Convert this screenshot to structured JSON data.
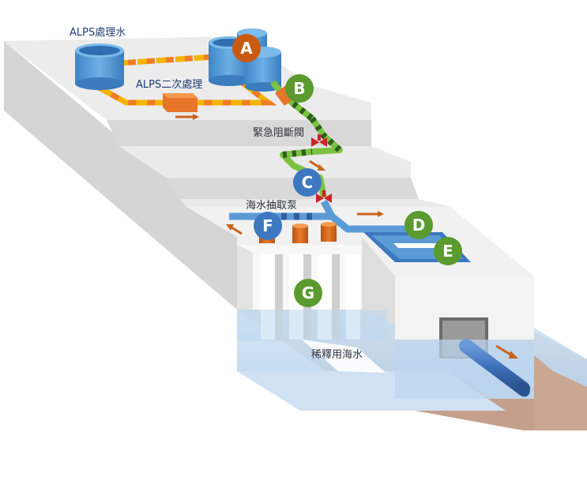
{
  "labels": {
    "alps_treated_water": "ALPS處理水",
    "alps_secondary_treatment": "ALPS二次處理",
    "emergency_shutoff_valve": "緊急阻斷閥",
    "seawater_pump": "海水抽取泵",
    "dilution_seawater": "稀釋用海水"
  },
  "badges": {
    "a": "A",
    "b": "B",
    "c": "C",
    "d": "D",
    "e": "E",
    "f": "F",
    "g": "G"
  },
  "colors": {
    "orange_badge": "#c85a12",
    "green_badge": "#5a9a2e",
    "blue_badge": "#3d78c0",
    "treated_pipe": "#f4b400",
    "treated_pipe_stripe": "#ef7d22",
    "green_pipe": "#7cc242",
    "seawater_pipe": "#5b9bd5",
    "valve": "#d0202a",
    "seabed": "#c4a08c",
    "water": "#bcd7ef"
  }
}
